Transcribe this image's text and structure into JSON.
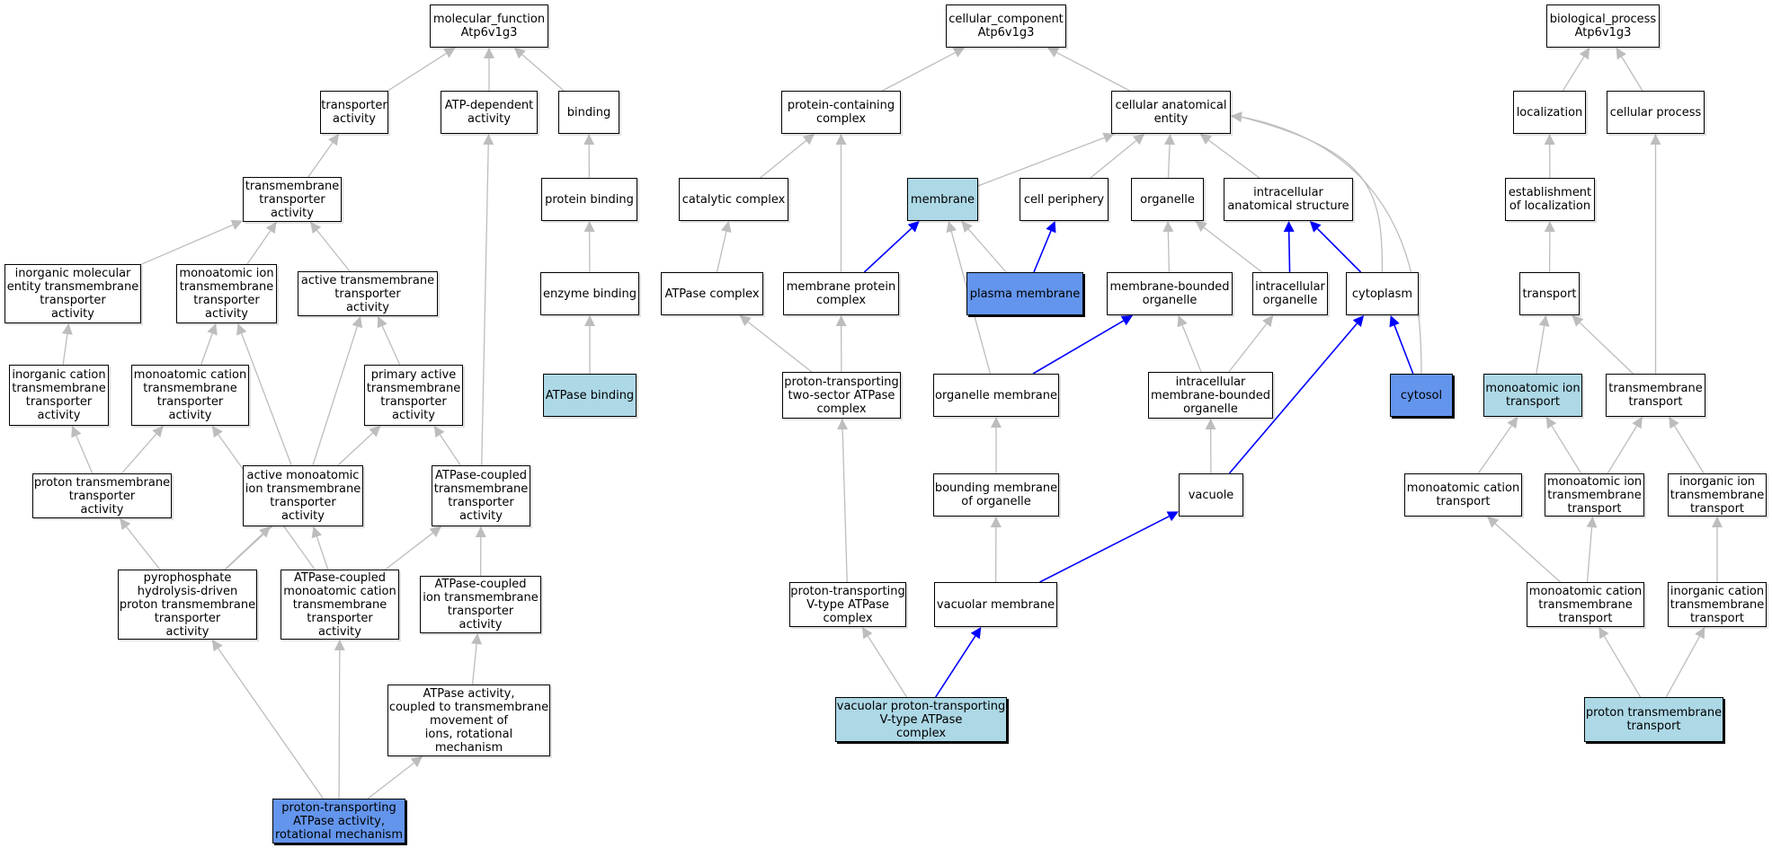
{
  "colors": {
    "default_fill": "#ffffff",
    "annotated_fill": "#add8e6",
    "direct_fill": "#6495ed",
    "gray_edge": "#bdbdbd",
    "blue_edge": "#0000ff"
  },
  "nodes": {
    "mf_root": {
      "label": "molecular_function\nAtp6v1g3",
      "fill": "default"
    },
    "transporter_activity": {
      "label": "transporter\nactivity",
      "fill": "default"
    },
    "atp_dependent": {
      "label": "ATP-dependent\nactivity",
      "fill": "default"
    },
    "binding": {
      "label": "binding",
      "fill": "default"
    },
    "tm_transporter": {
      "label": "transmembrane\ntransporter\nactivity",
      "fill": "default"
    },
    "protein_binding": {
      "label": "protein binding",
      "fill": "default"
    },
    "inorganic_mol": {
      "label": "inorganic molecular\nentity transmembrane\ntransporter\nactivity",
      "fill": "default"
    },
    "monoatomic_ion_ta": {
      "label": "monoatomic ion\ntransmembrane\ntransporter\nactivity",
      "fill": "default"
    },
    "active_tm_ta": {
      "label": "active transmembrane\ntransporter\nactivity",
      "fill": "default"
    },
    "enzyme_binding": {
      "label": "enzyme binding",
      "fill": "default"
    },
    "inorganic_cation_ta": {
      "label": "inorganic cation\ntransmembrane\ntransporter\nactivity",
      "fill": "default"
    },
    "monoatomic_cation_ta": {
      "label": "monoatomic cation\ntransmembrane\ntransporter\nactivity",
      "fill": "default"
    },
    "primary_active": {
      "label": "primary active\ntransmembrane\ntransporter\nactivity",
      "fill": "default"
    },
    "atpase_binding": {
      "label": "ATPase binding",
      "fill": "annotated"
    },
    "proton_tm_ta": {
      "label": "proton transmembrane\ntransporter\nactivity",
      "fill": "default"
    },
    "active_monoatomic": {
      "label": "active monoatomic\nion transmembrane\ntransporter\nactivity",
      "fill": "default"
    },
    "atpase_coupled_tm": {
      "label": "ATPase-coupled\ntransmembrane\ntransporter\nactivity",
      "fill": "default"
    },
    "pyrophosphate": {
      "label": "pyrophosphate\nhydrolysis-driven\nproton transmembrane\ntransporter\nactivity",
      "fill": "default"
    },
    "atpase_coupled_monoatomic": {
      "label": "ATPase-coupled\nmonoatomic cation\ntransmembrane\ntransporter\nactivity",
      "fill": "default"
    },
    "atpase_coupled_ion": {
      "label": "ATPase-coupled\nion transmembrane\ntransporter\nactivity",
      "fill": "default"
    },
    "atpase_rotational": {
      "label": "ATPase activity,\ncoupled to transmembrane\nmovement of\nions, rotational\nmechanism",
      "fill": "default"
    },
    "proton_atpase_rot": {
      "label": "proton-transporting\nATPase activity,\nrotational mechanism",
      "fill": "direct"
    },
    "cc_root": {
      "label": "cellular_component\nAtp6v1g3",
      "fill": "default"
    },
    "protein_complex": {
      "label": "protein-containing\ncomplex",
      "fill": "default"
    },
    "cellular_anatomical": {
      "label": "cellular anatomical\nentity",
      "fill": "default"
    },
    "catalytic_complex": {
      "label": "catalytic complex",
      "fill": "default"
    },
    "membrane": {
      "label": "membrane",
      "fill": "annotated"
    },
    "cell_periphery": {
      "label": "cell periphery",
      "fill": "default"
    },
    "organelle": {
      "label": "organelle",
      "fill": "default"
    },
    "intracellular_structure": {
      "label": "intracellular\nanatomical structure",
      "fill": "default"
    },
    "atpase_complex": {
      "label": "ATPase complex",
      "fill": "default"
    },
    "membrane_protein_complex": {
      "label": "membrane protein\ncomplex",
      "fill": "default"
    },
    "plasma_membrane": {
      "label": "plasma membrane",
      "fill": "direct"
    },
    "membrane_bounded": {
      "label": "membrane-bounded\norganelle",
      "fill": "default"
    },
    "intracellular_organelle": {
      "label": "intracellular\norganelle",
      "fill": "default"
    },
    "cytoplasm": {
      "label": "cytoplasm",
      "fill": "default"
    },
    "proton_two_sector": {
      "label": "proton-transporting\ntwo-sector ATPase\ncomplex",
      "fill": "default"
    },
    "organelle_membrane": {
      "label": "organelle membrane",
      "fill": "default"
    },
    "intracellular_mb": {
      "label": "intracellular\nmembrane-bounded\norganelle",
      "fill": "default"
    },
    "cytosol": {
      "label": "cytosol",
      "fill": "direct"
    },
    "bounding_membrane": {
      "label": "bounding membrane\nof organelle",
      "fill": "default"
    },
    "vacuole": {
      "label": "vacuole",
      "fill": "default"
    },
    "proton_vtype": {
      "label": "proton-transporting\nV-type ATPase\ncomplex",
      "fill": "default"
    },
    "vacuolar_membrane": {
      "label": "vacuolar membrane",
      "fill": "default"
    },
    "vacuolar_proton": {
      "label": "vacuolar proton-transporting\nV-type ATPase\ncomplex",
      "fill": "annotated"
    },
    "bp_root": {
      "label": "biological_process\nAtp6v1g3",
      "fill": "default"
    },
    "localization": {
      "label": "localization",
      "fill": "default"
    },
    "cellular_process": {
      "label": "cellular process",
      "fill": "default"
    },
    "establishment_loc": {
      "label": "establishment\nof localization",
      "fill": "default"
    },
    "transport": {
      "label": "transport",
      "fill": "default"
    },
    "monoatomic_ion_transport": {
      "label": "monoatomic ion\ntransport",
      "fill": "annotated"
    },
    "tm_transport": {
      "label": "transmembrane\ntransport",
      "fill": "default"
    },
    "monoatomic_cation_transport": {
      "label": "monoatomic cation\ntransport",
      "fill": "default"
    },
    "monoatomic_ion_tm_transport": {
      "label": "monoatomic ion\ntransmembrane\ntransport",
      "fill": "default"
    },
    "inorganic_ion_tm_transport": {
      "label": "inorganic ion\ntransmembrane\ntransport",
      "fill": "default"
    },
    "monoatomic_cation_tm_transport": {
      "label": "monoatomic cation\ntransmembrane\ntransport",
      "fill": "default"
    },
    "inorganic_cation_tm_transport": {
      "label": "inorganic cation\ntransmembrane\ntransport",
      "fill": "default"
    },
    "proton_tm_transport": {
      "label": "proton transmembrane\ntransport",
      "fill": "annotated"
    }
  },
  "edges": [
    {
      "from": "transporter_activity",
      "to": "mf_root"
    },
    {
      "from": "atp_dependent",
      "to": "mf_root"
    },
    {
      "from": "binding",
      "to": "mf_root"
    },
    {
      "from": "tm_transporter",
      "to": "transporter_activity"
    },
    {
      "from": "protein_binding",
      "to": "binding"
    },
    {
      "from": "inorganic_mol",
      "to": "tm_transporter"
    },
    {
      "from": "monoatomic_ion_ta",
      "to": "tm_transporter"
    },
    {
      "from": "active_tm_ta",
      "to": "tm_transporter"
    },
    {
      "from": "enzyme_binding",
      "to": "protein_binding"
    },
    {
      "from": "inorganic_cation_ta",
      "to": "inorganic_mol"
    },
    {
      "from": "monoatomic_cation_ta",
      "to": "monoatomic_ion_ta"
    },
    {
      "from": "primary_active",
      "to": "active_tm_ta"
    },
    {
      "from": "atpase_binding",
      "to": "enzyme_binding"
    },
    {
      "from": "proton_tm_ta",
      "to": "inorganic_cation_ta"
    },
    {
      "from": "proton_tm_ta",
      "to": "monoatomic_cation_ta"
    },
    {
      "from": "active_monoatomic",
      "to": "monoatomic_ion_ta"
    },
    {
      "from": "active_monoatomic",
      "to": "active_tm_ta"
    },
    {
      "from": "atpase_coupled_tm",
      "to": "primary_active"
    },
    {
      "from": "atpase_coupled_tm",
      "to": "atp_dependent"
    },
    {
      "from": "pyrophosphate",
      "to": "proton_tm_ta"
    },
    {
      "from": "pyrophosphate",
      "to": "active_monoatomic"
    },
    {
      "from": "pyrophosphate",
      "to": "primary_active"
    },
    {
      "from": "atpase_coupled_monoatomic",
      "to": "monoatomic_cation_ta"
    },
    {
      "from": "atpase_coupled_monoatomic",
      "to": "active_monoatomic"
    },
    {
      "from": "atpase_coupled_monoatomic",
      "to": "atpase_coupled_tm"
    },
    {
      "from": "atpase_coupled_ion",
      "to": "atpase_coupled_tm"
    },
    {
      "from": "atpase_rotational",
      "to": "atpase_coupled_ion"
    },
    {
      "from": "proton_atpase_rot",
      "to": "pyrophosphate"
    },
    {
      "from": "proton_atpase_rot",
      "to": "atpase_coupled_monoatomic"
    },
    {
      "from": "proton_atpase_rot",
      "to": "atpase_rotational"
    },
    {
      "from": "protein_complex",
      "to": "cc_root"
    },
    {
      "from": "cellular_anatomical",
      "to": "cc_root"
    },
    {
      "from": "catalytic_complex",
      "to": "protein_complex"
    },
    {
      "from": "membrane_protein_complex",
      "to": "protein_complex"
    },
    {
      "from": "membrane",
      "to": "cellular_anatomical"
    },
    {
      "from": "cell_periphery",
      "to": "cellular_anatomical"
    },
    {
      "from": "organelle",
      "to": "cellular_anatomical"
    },
    {
      "from": "intracellular_structure",
      "to": "cellular_anatomical"
    },
    {
      "from": "cytoplasm",
      "to": "cellular_anatomical",
      "curve": 1
    },
    {
      "from": "cytosol",
      "to": "cellular_anatomical",
      "curve": 1
    },
    {
      "from": "atpase_complex",
      "to": "catalytic_complex"
    },
    {
      "from": "membrane_protein_complex",
      "to": "membrane",
      "blue": true
    },
    {
      "from": "plasma_membrane",
      "to": "membrane"
    },
    {
      "from": "plasma_membrane",
      "to": "cell_periphery",
      "blue": true
    },
    {
      "from": "organelle_membrane",
      "to": "membrane"
    },
    {
      "from": "membrane_bounded",
      "to": "organelle"
    },
    {
      "from": "intracellular_organelle",
      "to": "organelle"
    },
    {
      "from": "intracellular_organelle",
      "to": "intracellular_structure",
      "blue": true
    },
    {
      "from": "cytoplasm",
      "to": "intracellular_structure",
      "blue": true
    },
    {
      "from": "cytosol",
      "to": "cytoplasm",
      "blue": true
    },
    {
      "from": "proton_two_sector",
      "to": "atpase_complex"
    },
    {
      "from": "proton_two_sector",
      "to": "membrane_protein_complex"
    },
    {
      "from": "organelle_membrane",
      "to": "membrane_bounded",
      "blue": true
    },
    {
      "from": "intracellular_mb",
      "to": "membrane_bounded"
    },
    {
      "from": "intracellular_mb",
      "to": "intracellular_organelle"
    },
    {
      "from": "bounding_membrane",
      "to": "organelle_membrane"
    },
    {
      "from": "vacuole",
      "to": "intracellular_mb"
    },
    {
      "from": "vacuole",
      "to": "cytoplasm",
      "blue": true
    },
    {
      "from": "vacuolar_membrane",
      "to": "bounding_membrane"
    },
    {
      "from": "vacuolar_membrane",
      "to": "vacuole",
      "blue": true
    },
    {
      "from": "proton_vtype",
      "to": "proton_two_sector"
    },
    {
      "from": "vacuolar_proton",
      "to": "proton_vtype"
    },
    {
      "from": "vacuolar_proton",
      "to": "vacuolar_membrane",
      "blue": true
    },
    {
      "from": "localization",
      "to": "bp_root"
    },
    {
      "from": "cellular_process",
      "to": "bp_root"
    },
    {
      "from": "establishment_loc",
      "to": "localization"
    },
    {
      "from": "transport",
      "to": "establishment_loc"
    },
    {
      "from": "monoatomic_ion_transport",
      "to": "transport"
    },
    {
      "from": "tm_transport",
      "to": "transport"
    },
    {
      "from": "tm_transport",
      "to": "cellular_process"
    },
    {
      "from": "monoatomic_cation_transport",
      "to": "monoatomic_ion_transport"
    },
    {
      "from": "monoatomic_ion_tm_transport",
      "to": "monoatomic_ion_transport"
    },
    {
      "from": "monoatomic_ion_tm_transport",
      "to": "tm_transport"
    },
    {
      "from": "inorganic_ion_tm_transport",
      "to": "tm_transport"
    },
    {
      "from": "monoatomic_cation_tm_transport",
      "to": "monoatomic_cation_transport"
    },
    {
      "from": "monoatomic_cation_tm_transport",
      "to": "monoatomic_ion_tm_transport"
    },
    {
      "from": "inorganic_cation_tm_transport",
      "to": "inorganic_ion_tm_transport"
    },
    {
      "from": "proton_tm_transport",
      "to": "monoatomic_cation_tm_transport"
    },
    {
      "from": "proton_tm_transport",
      "to": "inorganic_cation_tm_transport"
    }
  ]
}
